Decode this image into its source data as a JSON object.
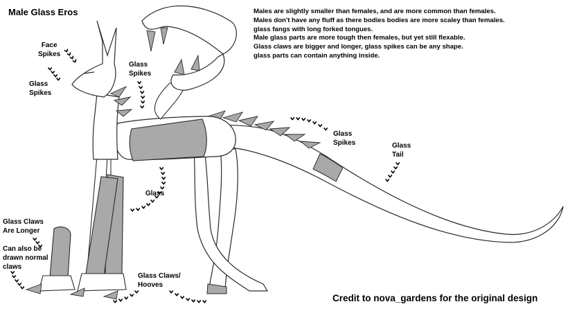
{
  "title": "Male Glass Eros",
  "notes": [
    "Males are slightly smaller than females, and are more common than females.",
    "Males don't have any fluff as there bodies bodies are more scaley than females.",
    "glass fangs with long forked tongues.",
    "Male glass parts are more tough then females, but yet still flexable.",
    "Glass claws are bigger and longer, glass spikes can be any shape.",
    "glass parts can contain anything inside."
  ],
  "labels": {
    "face_spikes": [
      "Face",
      "Spikes"
    ],
    "glass_spikes_left": [
      "Glass",
      "Spikes"
    ],
    "glass_spikes_neck": [
      "Glass",
      "Spikes"
    ],
    "glass_spikes_back": [
      "Glass",
      "Spikes"
    ],
    "glass_tail": [
      "Glass",
      "Tail"
    ],
    "glass": "Glass",
    "glass_claws_longer": [
      "Glass Claws",
      "Are Longer"
    ],
    "normal_claws": [
      "Can also be",
      "drawn normal",
      "claws"
    ],
    "glass_claws_hooves": [
      "Glass Claws/",
      "Hooves"
    ]
  },
  "credit": "Credit to nova_gardens for the original design",
  "colors": {
    "glass": "#a9a9a9",
    "line": "#2a2a2a",
    "body": "#ffffff"
  }
}
